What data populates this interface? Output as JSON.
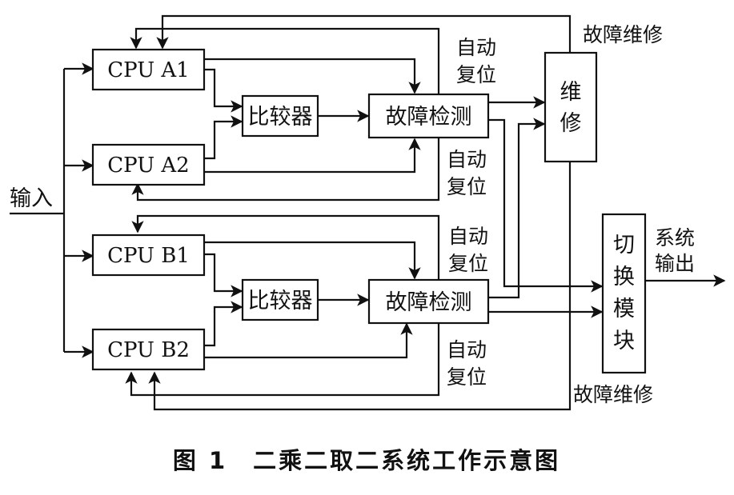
{
  "input_label": "输入",
  "output_label": [
    "系统",
    "输出"
  ],
  "cpus": {
    "a1": "CPU A1",
    "a2": "CPU A2",
    "b1": "CPU B1",
    "b2": "CPU B2"
  },
  "comparator_label": "比较器",
  "fault_detect_label": "故障检测",
  "repair_label": [
    "维",
    "修"
  ],
  "switch_label": [
    "切",
    "换",
    "模",
    "块"
  ],
  "auto_reset_label": [
    "自动",
    "复位"
  ],
  "fault_repair_label": "故障维修",
  "caption": "图 1　二乘二取二系统工作示意图"
}
